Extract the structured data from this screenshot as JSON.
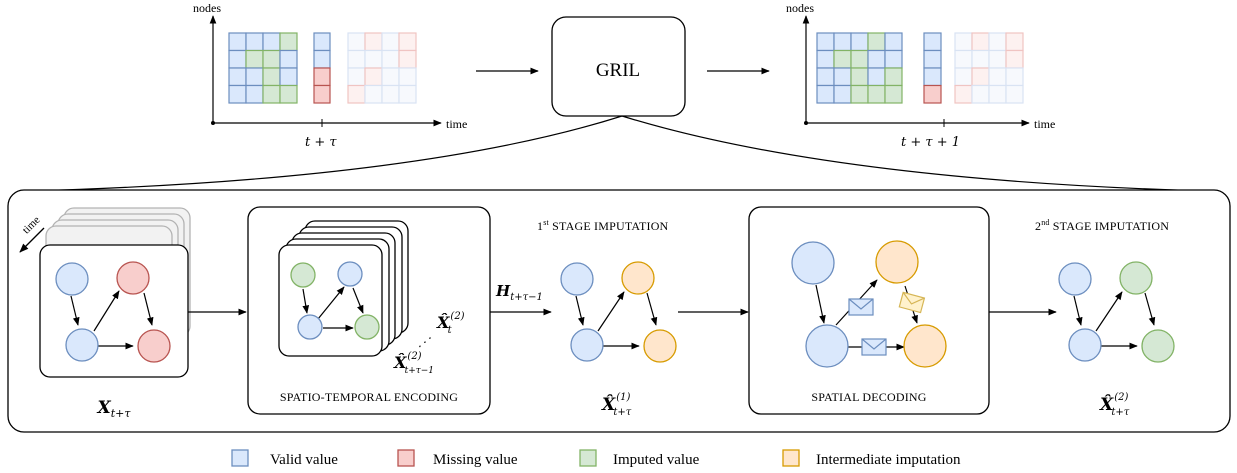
{
  "top": {
    "nodes_label": "nodes",
    "time_label": "time",
    "left_tick": "t + τ",
    "right_tick": "t + τ + 1",
    "model_name": "GRIL"
  },
  "panels": {
    "input_label_base": "X",
    "input_label_sub": "t+τ",
    "st_encoding_title": "SPATIO-TEMPORAL ENCODING",
    "st_annot1_base": "X̂",
    "st_annot1_sup": "(2)",
    "st_annot1_sub": "t",
    "st_annot2_base": "X̂",
    "st_annot2_sup": "(2)",
    "st_annot2_sub": "t+τ−1",
    "time_arrow_label": "time",
    "hidden_label_base": "H",
    "hidden_label_sub": "t+τ−1",
    "stage1_ord": "1",
    "stage1_sup": "st",
    "stage1_title": " STAGE IMPUTATION",
    "stage1_label_base": "X̂",
    "stage1_label_sup": "(1)",
    "stage1_label_sub": "t+τ",
    "spatial_decoding_title": "SPATIAL DECODING",
    "stage2_ord": "2",
    "stage2_sup": "nd",
    "stage2_title": " STAGE IMPUTATION",
    "stage2_label_base": "X̂",
    "stage2_label_sup": "(2)",
    "stage2_label_sub": "t+τ"
  },
  "legend": {
    "valid": "Valid value",
    "missing": "Missing value",
    "imputed": "Imputed value",
    "intermediate": "Intermediate imputation"
  },
  "colors": {
    "valid_fill": "#dae8fc",
    "valid_stroke": "#6c8ebf",
    "missing_fill": "#f8cecc",
    "missing_stroke": "#b85450",
    "imputed_fill": "#d5e8d4",
    "imputed_stroke": "#82b366",
    "intermediate_fill": "#ffe6cc",
    "intermediate_stroke": "#d79b00"
  }
}
